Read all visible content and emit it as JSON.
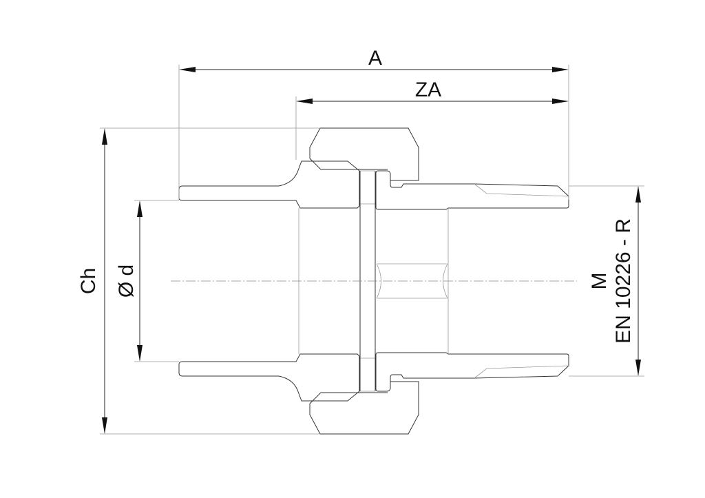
{
  "drawing": {
    "title": "Union fitting cross-section",
    "dimensions": {
      "overall_length": "A",
      "insertion_length": "ZA",
      "nut_width": "Ch",
      "socket_diameter": "Ø d",
      "thread_size": "M",
      "thread_standard": "EN 10226 - R"
    },
    "line_color": "#333333"
  }
}
